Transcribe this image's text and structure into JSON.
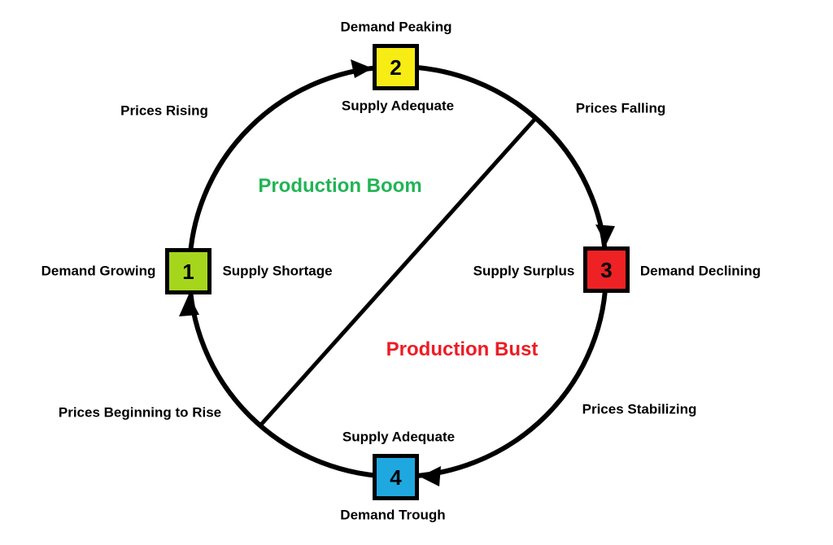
{
  "canvas": {
    "background": "#ffffff",
    "line_color": "#000000"
  },
  "regions": {
    "boom": {
      "label": "Production Boom",
      "color": "#22b455"
    },
    "bust": {
      "label": "Production Bust",
      "color": "#ed1c24"
    }
  },
  "nodes": [
    {
      "number": "1",
      "fill": "#a5d61c",
      "left_label": "Demand Growing",
      "right_label": "Supply Shortage"
    },
    {
      "number": "2",
      "fill": "#f7ec13",
      "top_label": "Demand Peaking",
      "bottom_label": "Supply Adequate"
    },
    {
      "number": "3",
      "fill": "#ee2224",
      "left_label": "Supply Surplus",
      "right_label": "Demand Declining"
    },
    {
      "number": "4",
      "fill": "#1fa8e0",
      "top_label": "Supply Adequate",
      "bottom_label": "Demand Trough"
    }
  ],
  "edge_labels": {
    "upper_left": "Prices Rising",
    "upper_right": "Prices Falling",
    "lower_right": "Prices Stabilizing",
    "lower_left": "Prices Beginning to Rise"
  }
}
